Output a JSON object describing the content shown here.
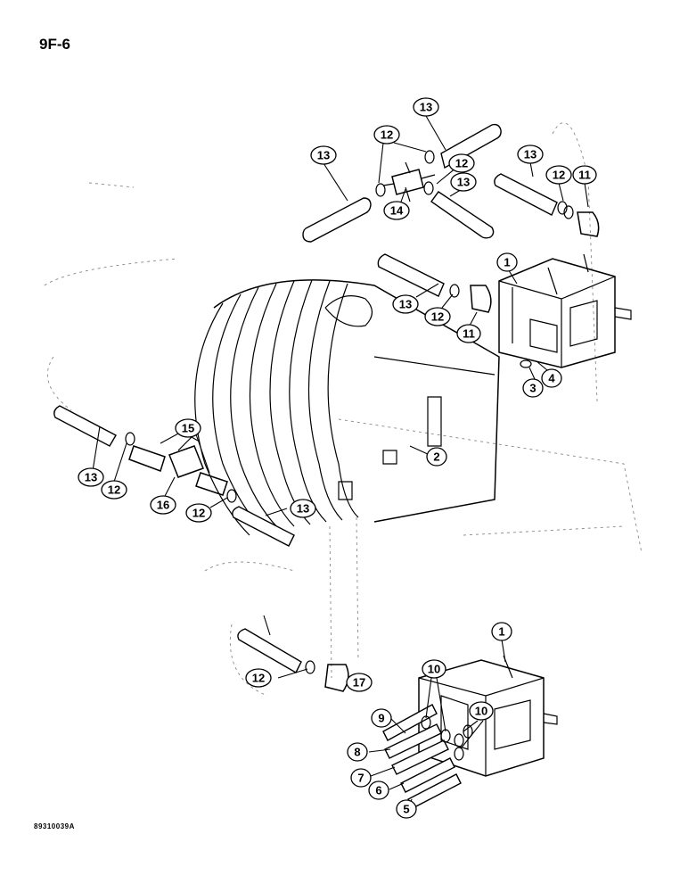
{
  "header": {
    "page_code": "9F-6"
  },
  "footer": {
    "drawing_code": "89310039A"
  },
  "callouts": [
    {
      "id": "c1a",
      "label": "1"
    },
    {
      "id": "c1b",
      "label": "1"
    },
    {
      "id": "c2",
      "label": "2"
    },
    {
      "id": "c3",
      "label": "3"
    },
    {
      "id": "c4",
      "label": "4"
    },
    {
      "id": "c5",
      "label": "5"
    },
    {
      "id": "c6",
      "label": "6"
    },
    {
      "id": "c7",
      "label": "7"
    },
    {
      "id": "c8",
      "label": "8"
    },
    {
      "id": "c9",
      "label": "9"
    },
    {
      "id": "c10a",
      "label": "10"
    },
    {
      "id": "c10b",
      "label": "10"
    },
    {
      "id": "c11a",
      "label": "11"
    },
    {
      "id": "c11b",
      "label": "11"
    },
    {
      "id": "c12a",
      "label": "12"
    },
    {
      "id": "c12b",
      "label": "12"
    },
    {
      "id": "c12c",
      "label": "12"
    },
    {
      "id": "c12d",
      "label": "12"
    },
    {
      "id": "c12e",
      "label": "12"
    },
    {
      "id": "c12f",
      "label": "12"
    },
    {
      "id": "c12g",
      "label": "12"
    },
    {
      "id": "c13a",
      "label": "13"
    },
    {
      "id": "c13b",
      "label": "13"
    },
    {
      "id": "c13c",
      "label": "13"
    },
    {
      "id": "c13d",
      "label": "13"
    },
    {
      "id": "c13e",
      "label": "13"
    },
    {
      "id": "c13f",
      "label": "13"
    },
    {
      "id": "c13g",
      "label": "13"
    },
    {
      "id": "c14",
      "label": "14"
    },
    {
      "id": "c15",
      "label": "15"
    },
    {
      "id": "c16",
      "label": "16"
    },
    {
      "id": "c17",
      "label": "17"
    }
  ]
}
